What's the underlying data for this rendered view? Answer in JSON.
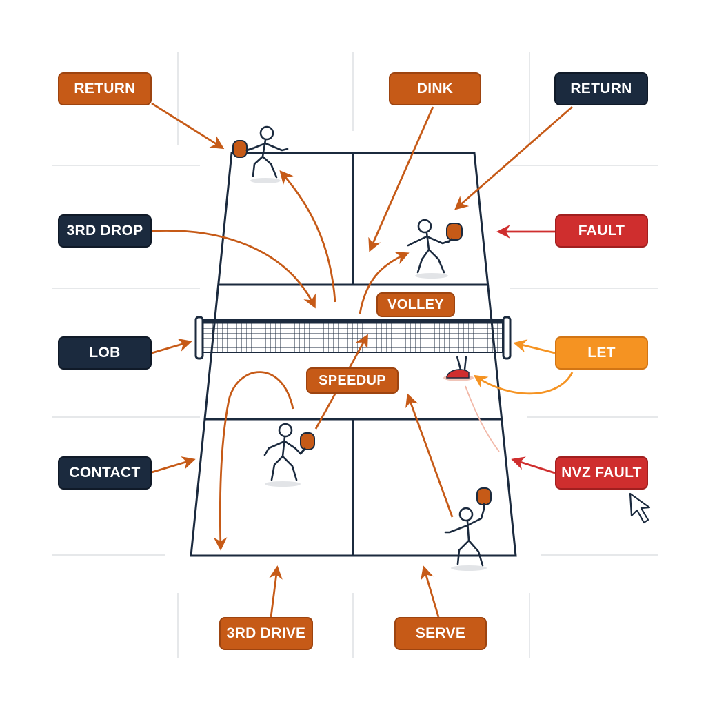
{
  "labels": {
    "return_left": "RETURN",
    "dink": "DINK",
    "return_right": "RETURN",
    "third_drop": "3RD DROP",
    "fault": "FAULT",
    "volley": "VOLLEY",
    "lob": "LOB",
    "let": "LET",
    "speedup": "SPEEDUP",
    "contact": "CONTACT",
    "nvz_fault": "NVZ FAULT",
    "third_drive": "3RD DRIVE",
    "serve": "SERVE"
  },
  "colors": {
    "court_line": "#1b2a3e",
    "shot_arrow": "#c65a17",
    "fault_arrow": "#cf2e2e",
    "let_arrow": "#f59322",
    "paddle": "#c65a17",
    "grid": "#d6d9dd"
  },
  "icons": [
    "player-icon",
    "paddle-icon",
    "net-icon",
    "cursor-icon",
    "shoe-icon"
  ]
}
